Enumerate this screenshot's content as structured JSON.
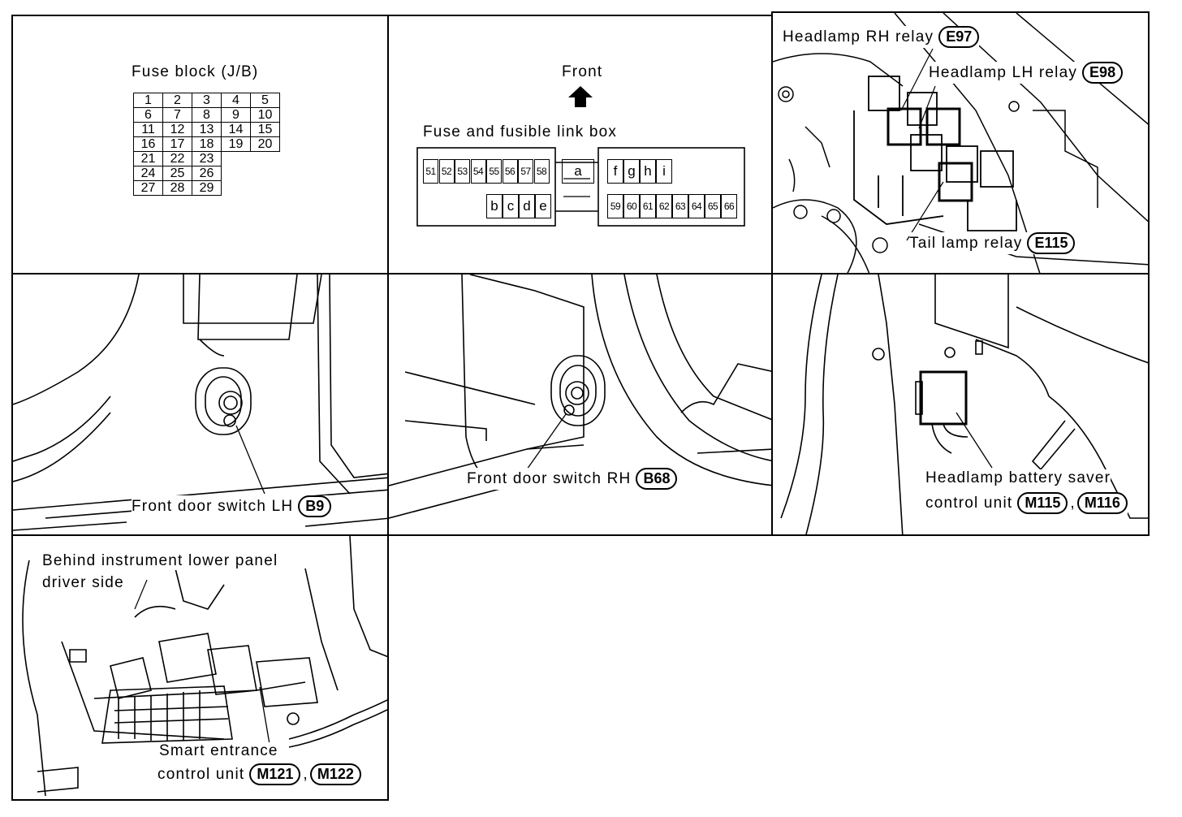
{
  "panels": {
    "fuse_block": {
      "title": "Fuse block (J/B)",
      "rows": [
        [
          "1",
          "2",
          "3",
          "4",
          "5"
        ],
        [
          "6",
          "7",
          "8",
          "9",
          "10"
        ],
        [
          "11",
          "12",
          "13",
          "14",
          "15"
        ],
        [
          "16",
          "17",
          "18",
          "19",
          "20"
        ],
        [
          "21",
          "22",
          "23",
          "",
          ""
        ],
        [
          "24",
          "25",
          "26",
          "",
          ""
        ],
        [
          "27",
          "28",
          "29",
          "",
          ""
        ]
      ]
    },
    "fusible_link_box": {
      "front_label": "Front",
      "title": "Fuse and fusible link box",
      "top_left_fuses": [
        "51",
        "52",
        "53",
        "54",
        "55",
        "56",
        "57",
        "58"
      ],
      "link_a": "a",
      "bottom_left_links": [
        "b",
        "c",
        "d",
        "e"
      ],
      "top_right_links": [
        "f",
        "g",
        "h",
        "i"
      ],
      "bottom_right_fuses": [
        "59",
        "60",
        "61",
        "62",
        "63",
        "64",
        "65",
        "66"
      ]
    },
    "relays": {
      "headlamp_rh": {
        "label": "Headlamp RH relay",
        "code": "E97"
      },
      "headlamp_lh": {
        "label": "Headlamp LH relay",
        "code": "E98"
      },
      "tail_lamp": {
        "label": "Tail lamp relay",
        "code": "E115"
      }
    },
    "door_lh": {
      "label": "Front door switch LH",
      "code": "B9"
    },
    "door_rh": {
      "label": "Front door switch RH",
      "code": "B68"
    },
    "battery_saver": {
      "line1": "Headlamp battery saver",
      "line2": "control unit",
      "code1": "M115",
      "separator": ",",
      "code2": "M116"
    },
    "smart_entrance": {
      "location_line1": "Behind instrument lower panel",
      "location_line2": "driver side",
      "line1": "Smart entrance",
      "line2": "control unit",
      "code1": "M121",
      "separator": ",",
      "code2": "M122"
    }
  }
}
